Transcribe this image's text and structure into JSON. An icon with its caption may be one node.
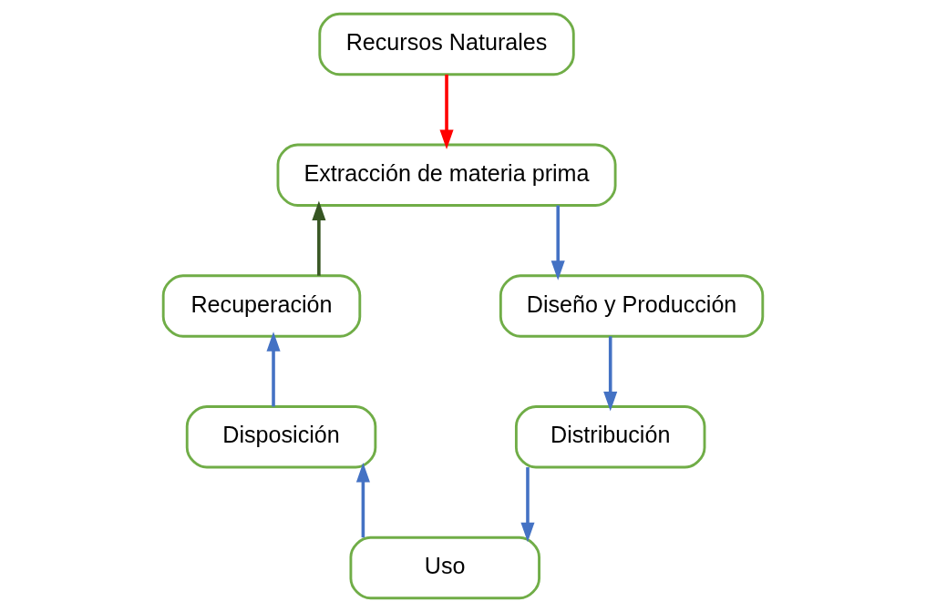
{
  "diagram": {
    "nodes": [
      {
        "text": [
          "Recursos Naturales"
        ]
      },
      {
        "text": [
          "Extracción de materia prima"
        ]
      },
      {
        "text": [
          "Diseño y Producción"
        ]
      },
      {
        "text": [
          "Distribución"
        ]
      },
      {
        "text": [
          "Uso"
        ]
      },
      {
        "text": [
          "Disposición"
        ]
      },
      {
        "text": [
          "Recuperación"
        ]
      }
    ],
    "edges": [
      {
        "from": 0,
        "to": 1,
        "arrow": "to",
        "color": "#ff0000"
      },
      {
        "from": 1,
        "to": 2,
        "arrow": "to"
      },
      {
        "from": 2,
        "to": 3,
        "arrow": "to"
      },
      {
        "from": 3,
        "to": 4,
        "arrow": "to"
      },
      {
        "from": 4,
        "to": 5,
        "arrow": "to"
      },
      {
        "from": 5,
        "to": 6,
        "arrow": "to"
      },
      {
        "from": 6,
        "to": 1,
        "arrow": "to",
        "color": "#375623"
      }
    ]
  }
}
